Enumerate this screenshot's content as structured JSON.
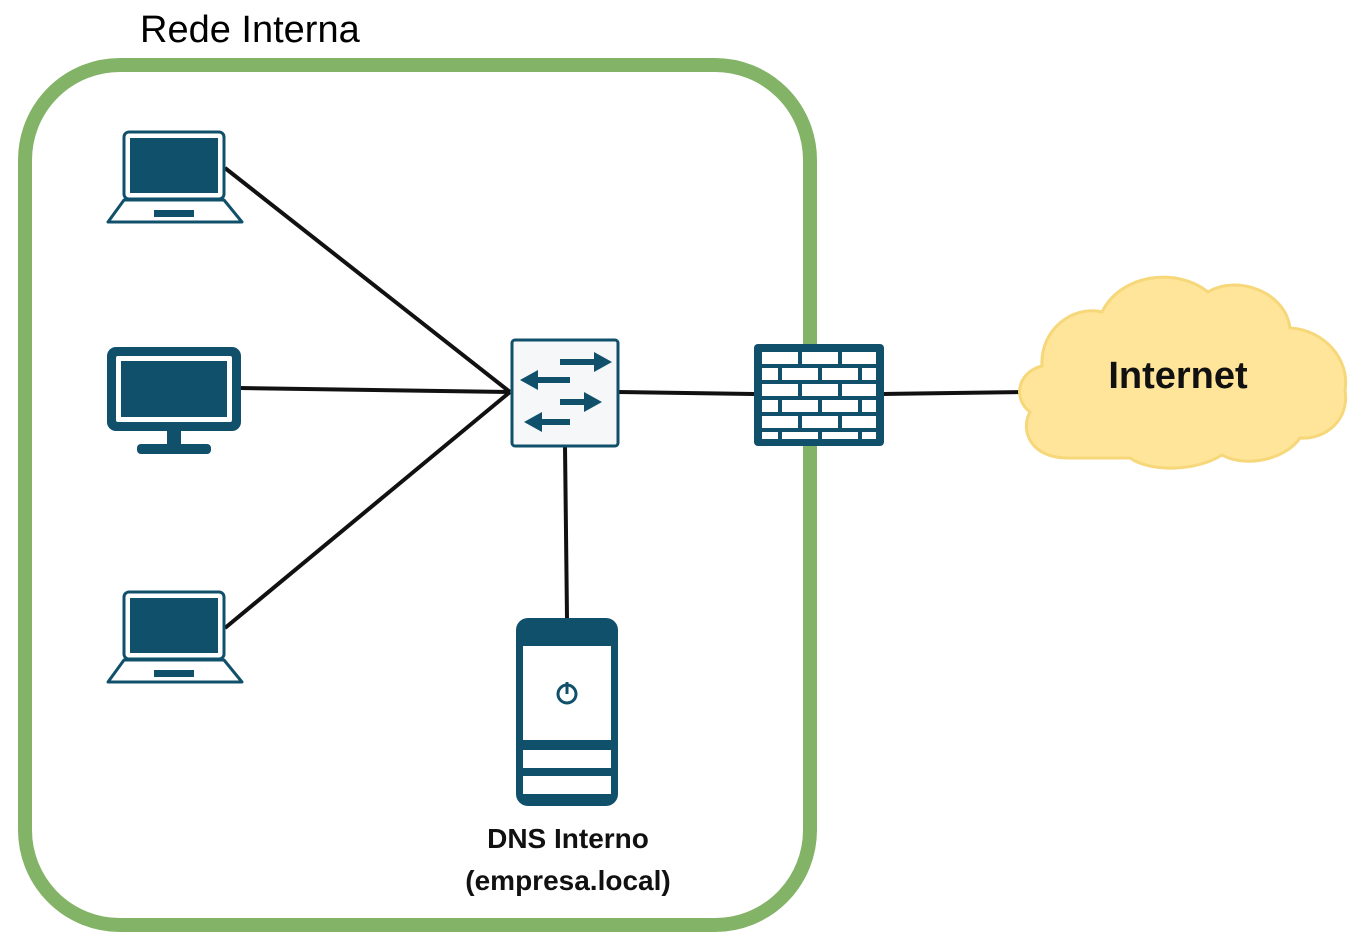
{
  "network": {
    "title": "Rede Interna",
    "cloud_label": "Internet",
    "server_label_line1": "DNS Interno",
    "server_label_line2": "(empresa.local)"
  },
  "colors": {
    "boundary": "#82b366",
    "device": "#10506b",
    "cloud_fill": "#ffe599",
    "cloud_stroke": "#f6d77a"
  },
  "icons": [
    "laptop-icon",
    "desktop-monitor-icon",
    "laptop-icon",
    "switch-icon",
    "firewall-icon",
    "server-icon",
    "cloud-icon"
  ]
}
